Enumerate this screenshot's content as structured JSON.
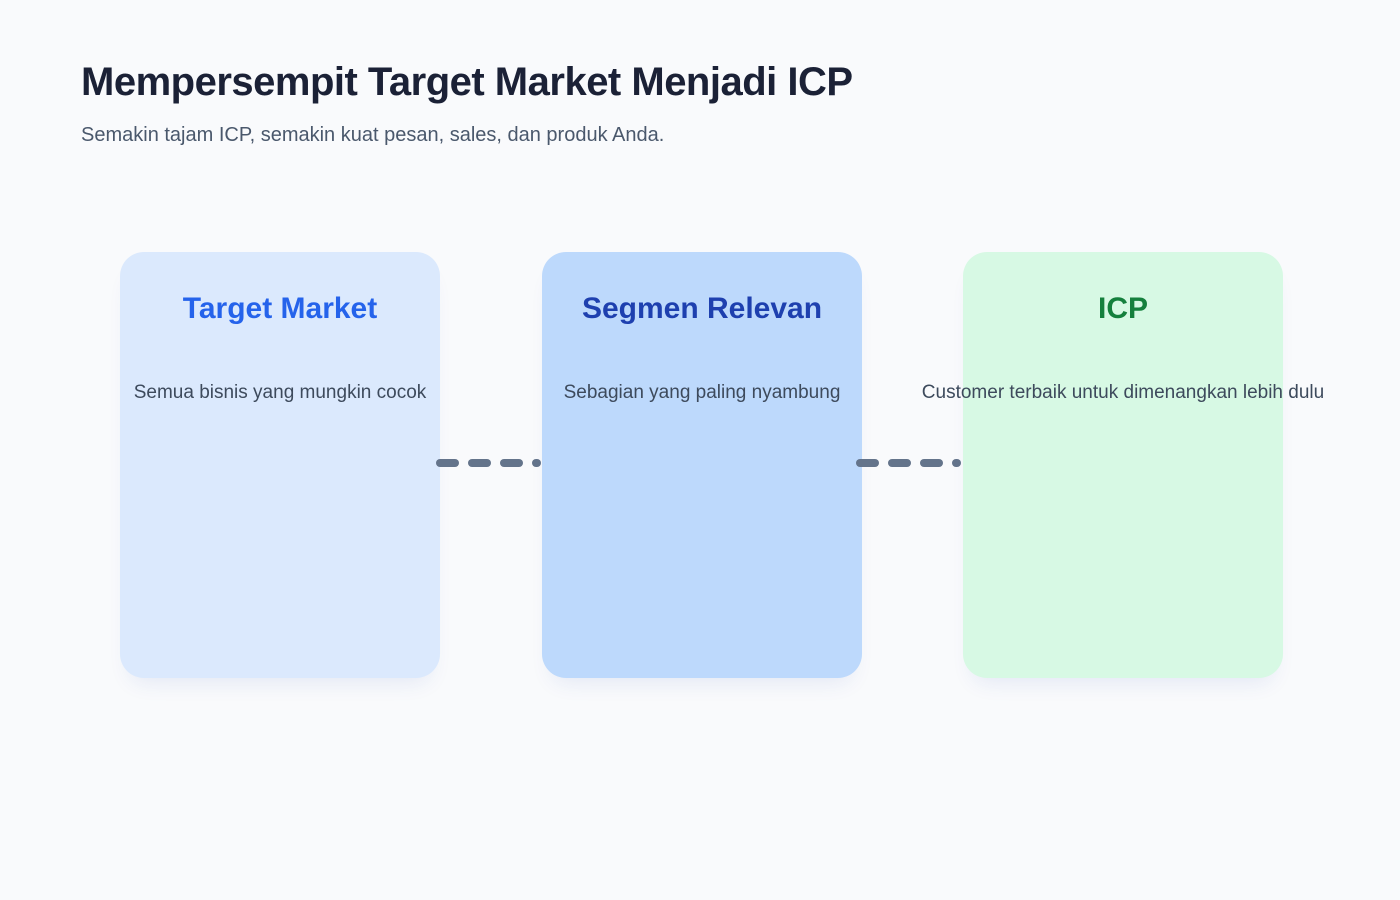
{
  "page": {
    "title": "Mempersempit Target Market Menjadi ICP",
    "subtitle": "Semakin tajam ICP, semakin kuat pesan, sales, dan produk Anda."
  },
  "diagram": {
    "stages": [
      {
        "title": "Target Market",
        "description": "Semua bisnis yang mungkin cocok",
        "bg_color": "#dbe9fd",
        "title_color": "#2563eb"
      },
      {
        "title": "Segmen Relevan",
        "description": "Sebagian yang paling nyambung",
        "bg_color": "#bdd9fc",
        "title_color": "#1e40af"
      },
      {
        "title": "ICP",
        "description": "Customer terbaik untuk dimenangkan lebih dulu",
        "bg_color": "#d7f9e4",
        "title_color": "#15803d"
      }
    ],
    "connector_style": "dashed-arrow",
    "connector_color": "#64748b"
  },
  "colors": {
    "background": "#f9fafc",
    "heading_text": "#1b2136",
    "subtitle_text": "#4a586c",
    "description_text": "#3d4a5c"
  }
}
